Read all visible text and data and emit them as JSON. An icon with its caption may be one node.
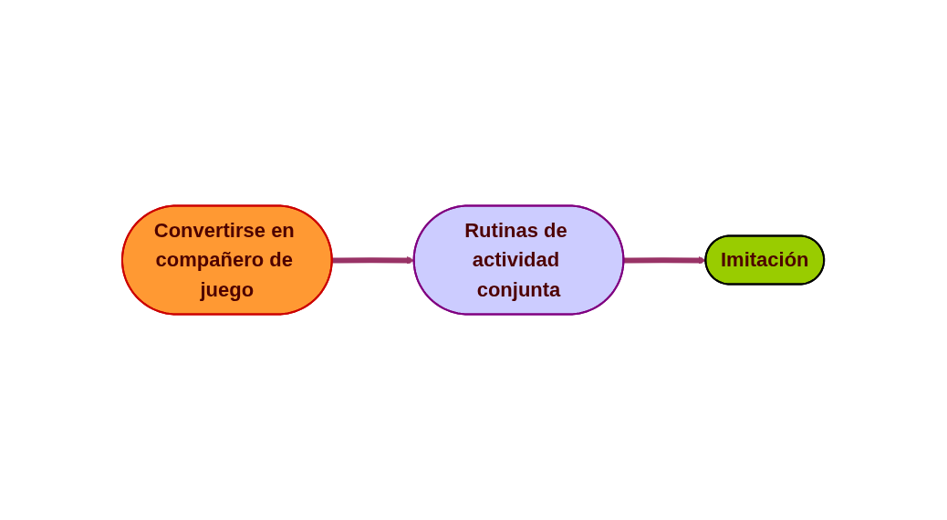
{
  "diagram": {
    "nodes": [
      {
        "text": [
          "Convertirse en compañero de juego"
        ]
      },
      {
        "text": [
          "Rutinas de actividad conjunta"
        ]
      },
      {
        "text": [
          "Imitación"
        ]
      }
    ],
    "edges": [
      {
        "from": 0,
        "to": 1,
        "arrow": "to"
      },
      {
        "from": 1,
        "to": 2,
        "arrow": "to"
      }
    ]
  }
}
